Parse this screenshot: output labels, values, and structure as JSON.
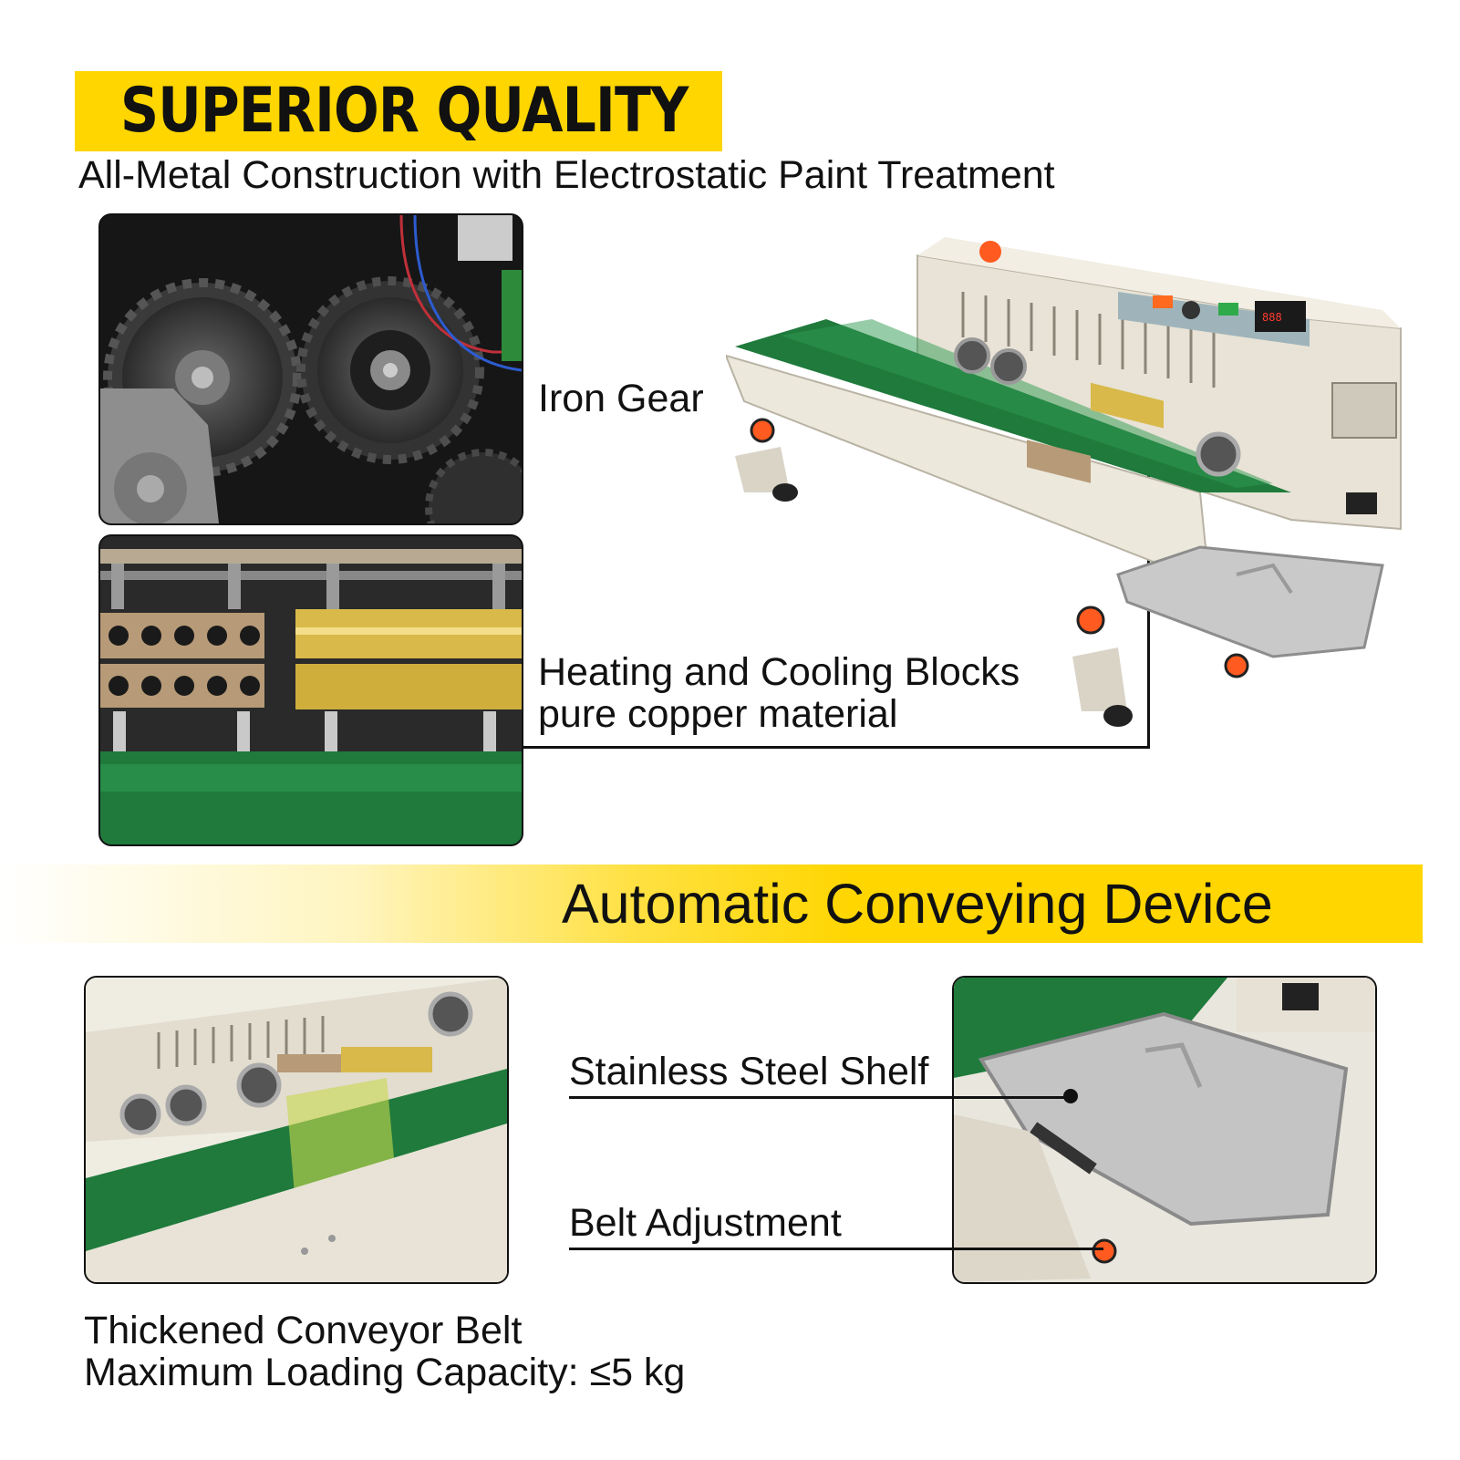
{
  "header": {
    "title": "SUPERIOR QUALITY",
    "subtitle": "All-Metal Construction with Electrostatic Paint Treatment"
  },
  "callouts": {
    "iron_gear": "Iron Gear",
    "heating_line1": "Heating and Cooling Blocks",
    "heating_line2": "pure copper material"
  },
  "section2": {
    "title": "Automatic Conveying Device",
    "shelf": "Stainless Steel Shelf",
    "belt_adjust": "Belt Adjustment",
    "belt_line1": "Thickened Conveyor Belt",
    "belt_line2": "Maximum Loading Capacity: ≤5 kg"
  },
  "colors": {
    "accent_yellow": "#ffd600",
    "belt_green": "#1f7a3c",
    "machine_beige": "#e8e3d6",
    "knob_orange": "#ff5a1f"
  }
}
